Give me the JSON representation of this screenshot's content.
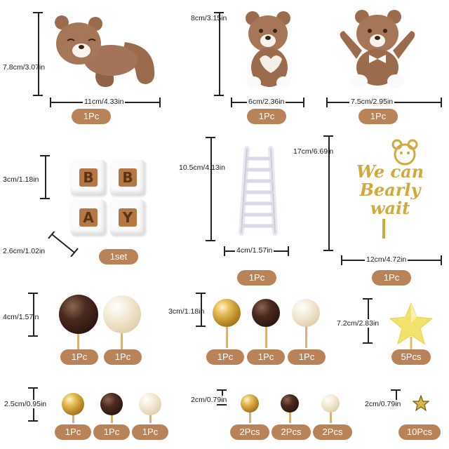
{
  "items": {
    "lying_bear": {
      "dim_height": "7.8cm/3.07in",
      "dim_width": "11cm/4.33in",
      "qty": "1Pc"
    },
    "heart_bear": {
      "dim_height": "8cm/3.15in",
      "dim_width": "6cm/2.36in",
      "qty": "1Pc"
    },
    "bowtie_bear": {
      "dim_width": "7.5cm/2.95in",
      "qty": "1Pc"
    },
    "baby_blocks": {
      "dim_height": "3cm/1.18in",
      "dim_width": "2.6cm/1.02in",
      "letters": [
        "B",
        "B",
        "A",
        "Y"
      ],
      "qty": "1set"
    },
    "ladder": {
      "dim_height": "10.5cm/4.13in",
      "dim_width": "4cm/1.57in",
      "qty": "1Pc"
    },
    "topper": {
      "dim_height": "17cm/6.69in",
      "dim_width": "12cm/4.72in",
      "text": "We can Bearly wait",
      "qty": "1Pc"
    },
    "balls_large": {
      "dim": "4cm/1.57in",
      "qtys": [
        "1Pc",
        "1Pc"
      ]
    },
    "balls_medium": {
      "dim": "3cm/1.18in",
      "qtys": [
        "1Pc",
        "1Pc",
        "1Pc"
      ]
    },
    "star_large": {
      "dim": "7.2cm/2.83in",
      "qty": "5Pcs"
    },
    "balls_small": {
      "dim": "2.5cm/0.95in",
      "qtys": [
        "1Pc",
        "1Pc",
        "1Pc"
      ]
    },
    "balls_tiny": {
      "dim": "2cm/0.79in",
      "qtys": [
        "2Pcs",
        "2Pcs",
        "2Pcs"
      ]
    },
    "star_small": {
      "dim": "2cm/0.79in",
      "qty": "10Pcs"
    }
  },
  "colors": {
    "pill": "#b9835a",
    "bear": "#9b6b4e",
    "gold": "#d4a93c",
    "brown": "#3a1e16",
    "cream": "#efe2c6"
  }
}
